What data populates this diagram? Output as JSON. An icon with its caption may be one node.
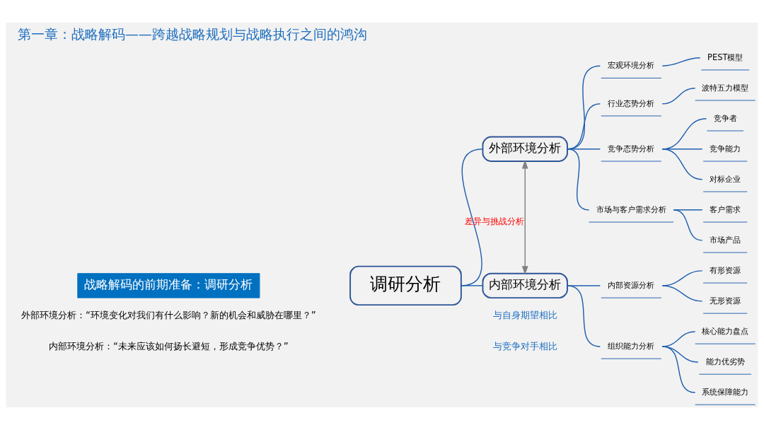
{
  "diagram": {
    "title": "第一章：战略解码——跨越战略规划与战略执行之间的鸿沟",
    "nodes": [
      {
        "text": [
          "战略解码的前期准备：调研分析"
        ]
      },
      {
        "text": [
          "调研分析"
        ]
      },
      {
        "text": [
          "外部环境分析"
        ]
      },
      {
        "text": [
          "内部环境分析"
        ]
      },
      {
        "text": [
          "宏观环境分析"
        ]
      },
      {
        "text": [
          "PEST模型"
        ]
      },
      {
        "text": [
          "行业态势分析"
        ]
      },
      {
        "text": [
          "波特五力模型"
        ]
      },
      {
        "text": [
          "竞争态势分析"
        ]
      },
      {
        "text": [
          "竞争者"
        ]
      },
      {
        "text": [
          "竞争能力"
        ]
      },
      {
        "text": [
          "对标企业"
        ]
      },
      {
        "text": [
          "市场与客户需求分析"
        ]
      },
      {
        "text": [
          "客户需求"
        ]
      },
      {
        "text": [
          "市场产品"
        ]
      },
      {
        "text": [
          "内部资源分析"
        ]
      },
      {
        "text": [
          "有形资源"
        ]
      },
      {
        "text": [
          "无形资源"
        ]
      },
      {
        "text": [
          "组织能力分析"
        ]
      },
      {
        "text": [
          "核心能力盘点"
        ]
      },
      {
        "text": [
          "能力优劣势"
        ]
      },
      {
        "text": [
          "系统保障能力"
        ]
      }
    ],
    "edges": [
      {
        "from": 1,
        "to": 2,
        "arrow": "none"
      },
      {
        "from": 1,
        "to": 3,
        "arrow": "none"
      },
      {
        "from": 2,
        "to": 4,
        "arrow": "none"
      },
      {
        "from": 4,
        "to": 5,
        "arrow": "none"
      },
      {
        "from": 2,
        "to": 6,
        "arrow": "none"
      },
      {
        "from": 6,
        "to": 7,
        "arrow": "none"
      },
      {
        "from": 2,
        "to": 8,
        "arrow": "none"
      },
      {
        "from": 8,
        "to": 9,
        "arrow": "none"
      },
      {
        "from": 8,
        "to": 10,
        "arrow": "none"
      },
      {
        "from": 8,
        "to": 11,
        "arrow": "none"
      },
      {
        "from": 2,
        "to": 12,
        "arrow": "none"
      },
      {
        "from": 12,
        "to": 13,
        "arrow": "none"
      },
      {
        "from": 12,
        "to": 14,
        "arrow": "none"
      },
      {
        "from": 3,
        "to": 15,
        "arrow": "none"
      },
      {
        "from": 15,
        "to": 16,
        "arrow": "none"
      },
      {
        "from": 15,
        "to": 17,
        "arrow": "none"
      },
      {
        "from": 3,
        "to": 18,
        "arrow": "none"
      },
      {
        "from": 18,
        "to": 19,
        "arrow": "none"
      },
      {
        "from": 18,
        "to": 20,
        "arrow": "none"
      },
      {
        "from": 18,
        "to": 21,
        "arrow": "none"
      },
      {
        "from": 2,
        "to": 3,
        "arrow": "both",
        "label": "差异与挑战分析",
        "color": "#808080"
      }
    ],
    "labels": [
      "外部环境分析：“环境变化对我们有什么影响？新的机会和威胁在哪里？”",
      "内部环境分析：“未来应该如何扬长避短，形成竞争优势？”",
      "与自身期望相比",
      "与竞争对手相比"
    ]
  }
}
